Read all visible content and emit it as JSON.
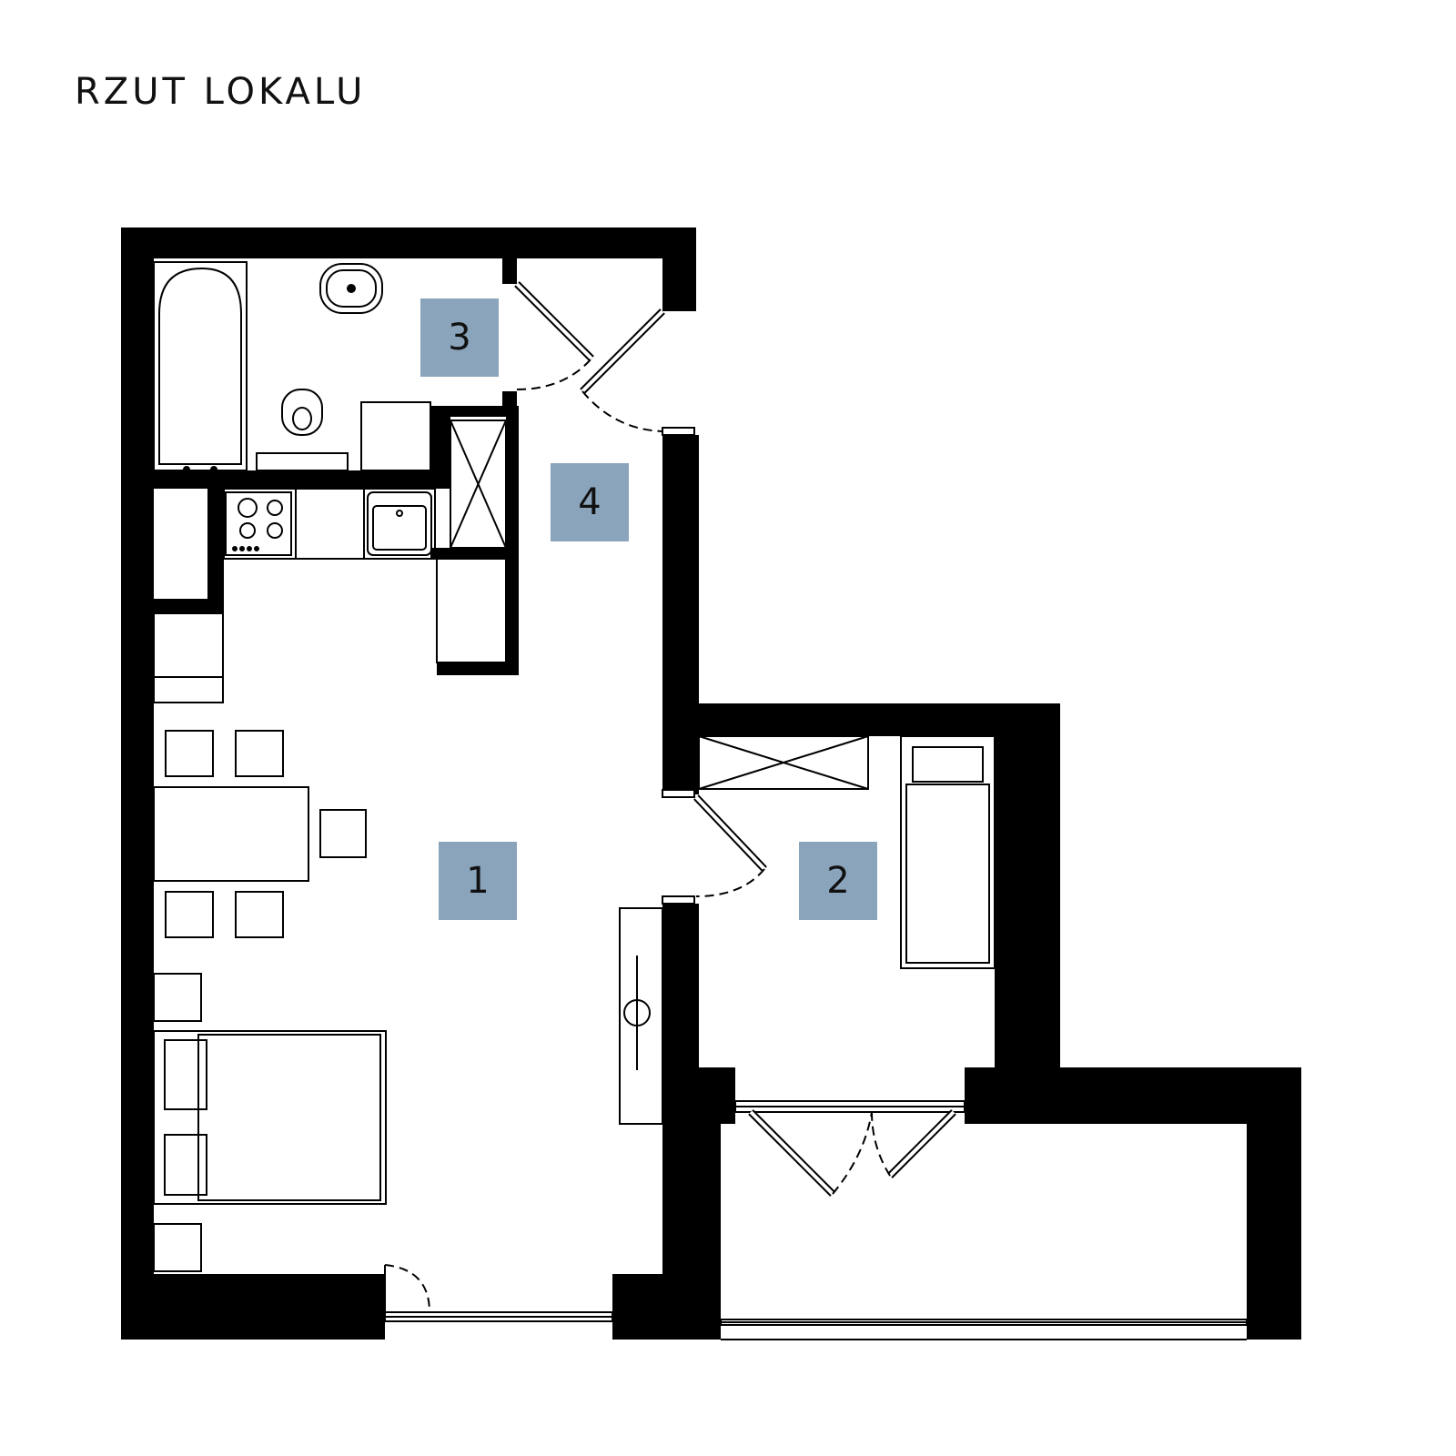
{
  "title": "RZUT LOKALU",
  "colors": {
    "wall": "#000000",
    "line": "#000000",
    "room_label_bg": "#8aa4bb"
  },
  "rooms": [
    {
      "id": "room-1",
      "label": "1"
    },
    {
      "id": "room-2",
      "label": "2"
    },
    {
      "id": "room-3",
      "label": "3"
    },
    {
      "id": "room-4",
      "label": "4"
    }
  ]
}
